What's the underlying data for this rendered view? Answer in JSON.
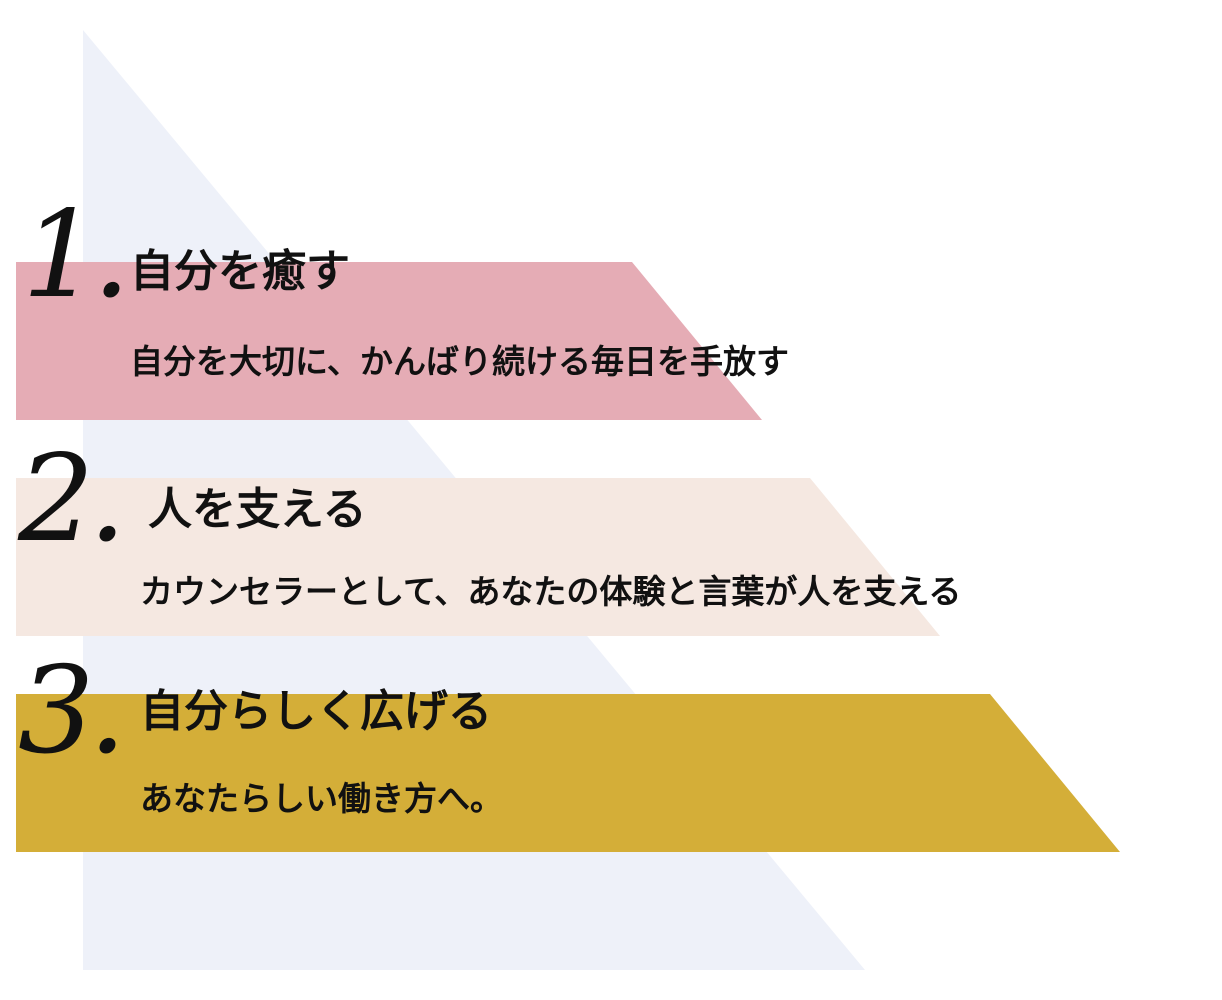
{
  "colors": {
    "background_triangle": "#eef1f9",
    "band_1": "#e5acb5",
    "band_2": "#f5e8e1",
    "band_3": "#d4ae38"
  },
  "steps": [
    {
      "number": "1.",
      "title": "自分を癒す",
      "subtitle": "自分を大切に、かんばり続ける毎日を手放す"
    },
    {
      "number": "2.",
      "title": "人を支える",
      "subtitle": "カウンセラーとして、あなたの体験と言葉が人を支える"
    },
    {
      "number": "3.",
      "title": "自分らしく広げる",
      "subtitle": "あなたらしい働き方へ。"
    }
  ]
}
